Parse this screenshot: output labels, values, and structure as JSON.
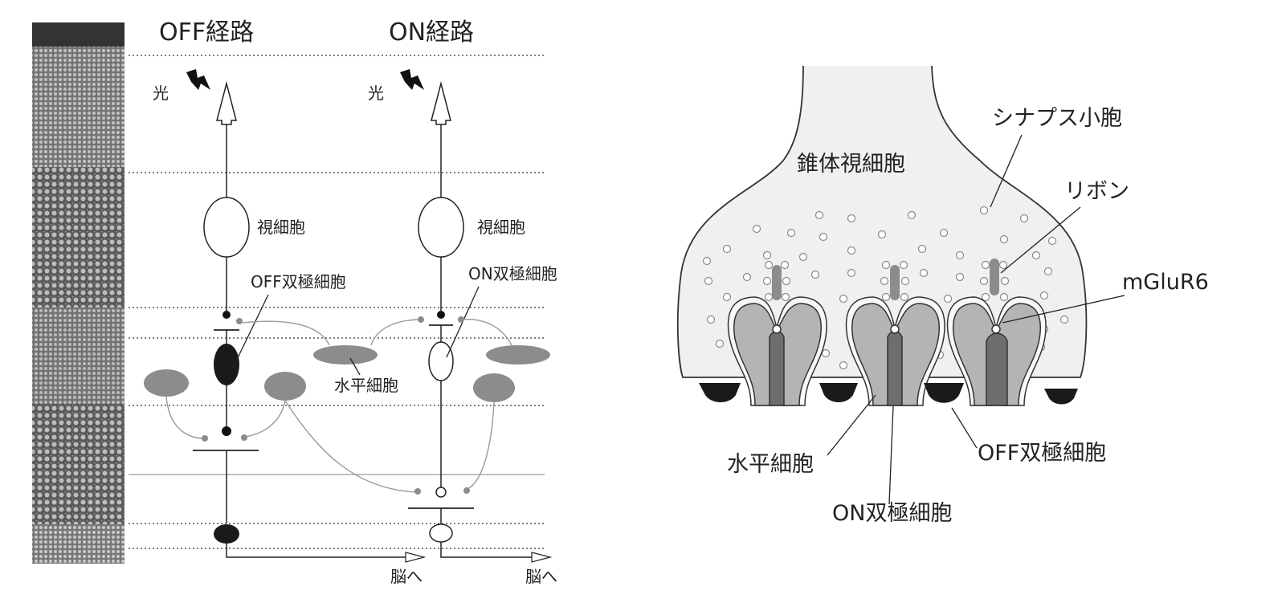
{
  "left_panel": {
    "off_title": "OFF経路",
    "on_title": "ON経路",
    "light_off": "光",
    "light_on": "光",
    "photoreceptor_off": "視細胞",
    "photoreceptor_on": "視細胞",
    "off_bipolar": "OFF双極細胞",
    "on_bipolar": "ON双極細胞",
    "horizontal": "水平細胞",
    "to_brain_off": "脳へ",
    "to_brain_on": "脳へ"
  },
  "right_panel": {
    "cone": "錐体視細胞",
    "synaptic_vesicle": "シナプス小胞",
    "ribbon": "リボン",
    "mglur6": "mGluR6",
    "horizontal": "水平細胞",
    "off_bipolar": "OFF双極細胞",
    "on_bipolar": "ON双極細胞"
  },
  "colors": {
    "ink": "#222222",
    "gray_cell": "#8c8c8c",
    "dark_cell": "#1a1a1a",
    "light_fill": "#f0f0f0",
    "mid_fill": "#b4b4b4",
    "dark_fill": "#6e6e6e"
  }
}
